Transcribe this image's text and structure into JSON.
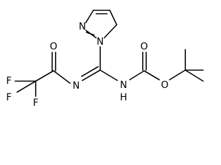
{
  "molecule": {
    "atom_labels": {
      "n_pyrazole_2": "N",
      "n_pyrazole_1": "N",
      "o_carbonyl_acyl": "O",
      "f1": "F",
      "f2": "F",
      "f3": "F",
      "n_imine": "N",
      "n_carbamate": "N",
      "h_carbamate": "H",
      "o_carbonyl_boc": "O",
      "o_ester": "O"
    }
  }
}
